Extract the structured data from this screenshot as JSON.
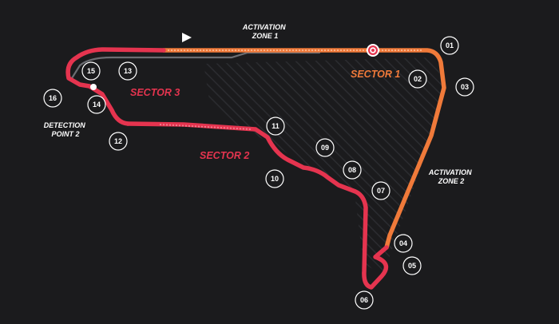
{
  "diagram": {
    "labels": {
      "activation_zone_1": [
        "ACTIVATION",
        "ZONE 1"
      ],
      "activation_zone_2": [
        "ACTIVATION",
        "ZONE 2"
      ],
      "detection_point_2": [
        "DETECTION",
        "POINT 2"
      ],
      "sector_1": "SECTOR 1",
      "sector_2": "SECTOR 2",
      "sector_3": "SECTOR 3"
    },
    "colors": {
      "background": "#1b1b1d",
      "sector_1": "#f07a3a",
      "sector_2": "#e5344f",
      "sector_3": "#e5344f",
      "pit_lane": "#6b6d72",
      "text": "#ffffff"
    },
    "icons": [
      "start-flag-icon",
      "detection-target-icon",
      "detection-point-icon"
    ],
    "turns": [
      "01",
      "02",
      "03",
      "04",
      "05",
      "06",
      "07",
      "08",
      "09",
      "10",
      "11",
      "12",
      "13",
      "14",
      "15",
      "16"
    ]
  }
}
